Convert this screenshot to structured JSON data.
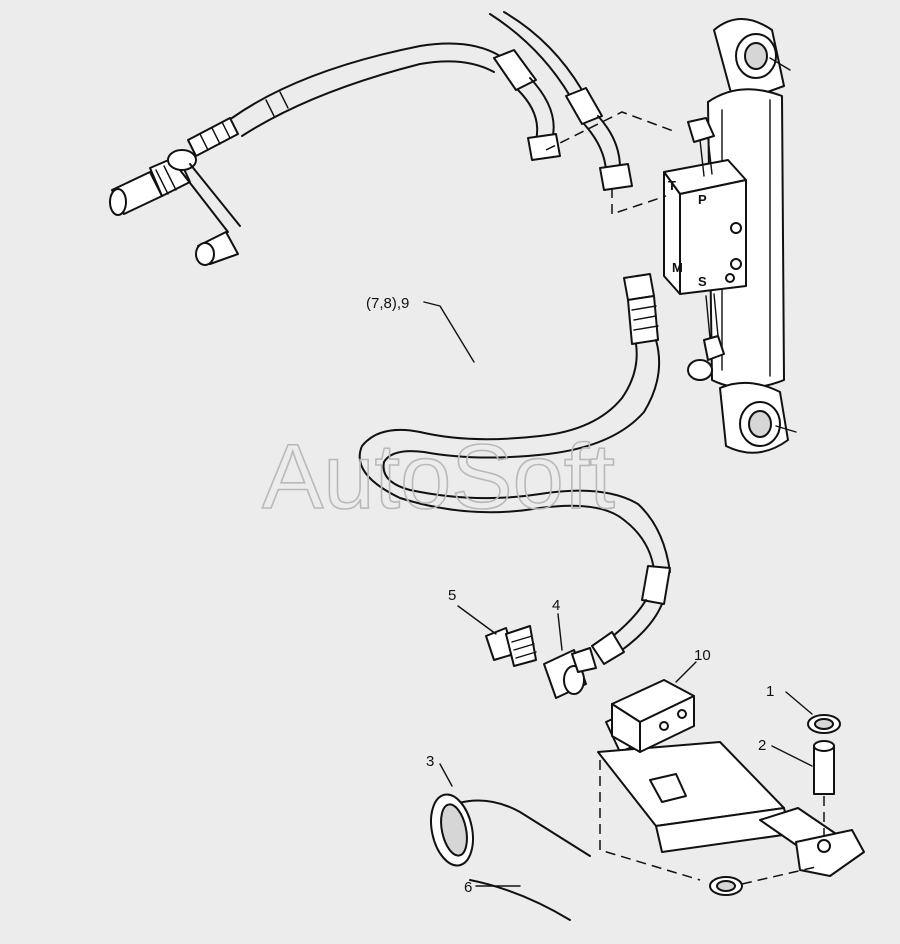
{
  "watermark": "AutoSoft",
  "callouts": [
    {
      "id": "c-hose",
      "text": "(7,8),9"
    },
    {
      "id": "c-1",
      "text": "1"
    },
    {
      "id": "c-2",
      "text": "2"
    },
    {
      "id": "c-3",
      "text": "3"
    },
    {
      "id": "c-4",
      "text": "4"
    },
    {
      "id": "c-5",
      "text": "5"
    },
    {
      "id": "c-6",
      "text": "6"
    },
    {
      "id": "c-10",
      "text": "10"
    }
  ],
  "valve_ports": {
    "t": "T",
    "p": "P",
    "m": "M",
    "s": "S"
  }
}
